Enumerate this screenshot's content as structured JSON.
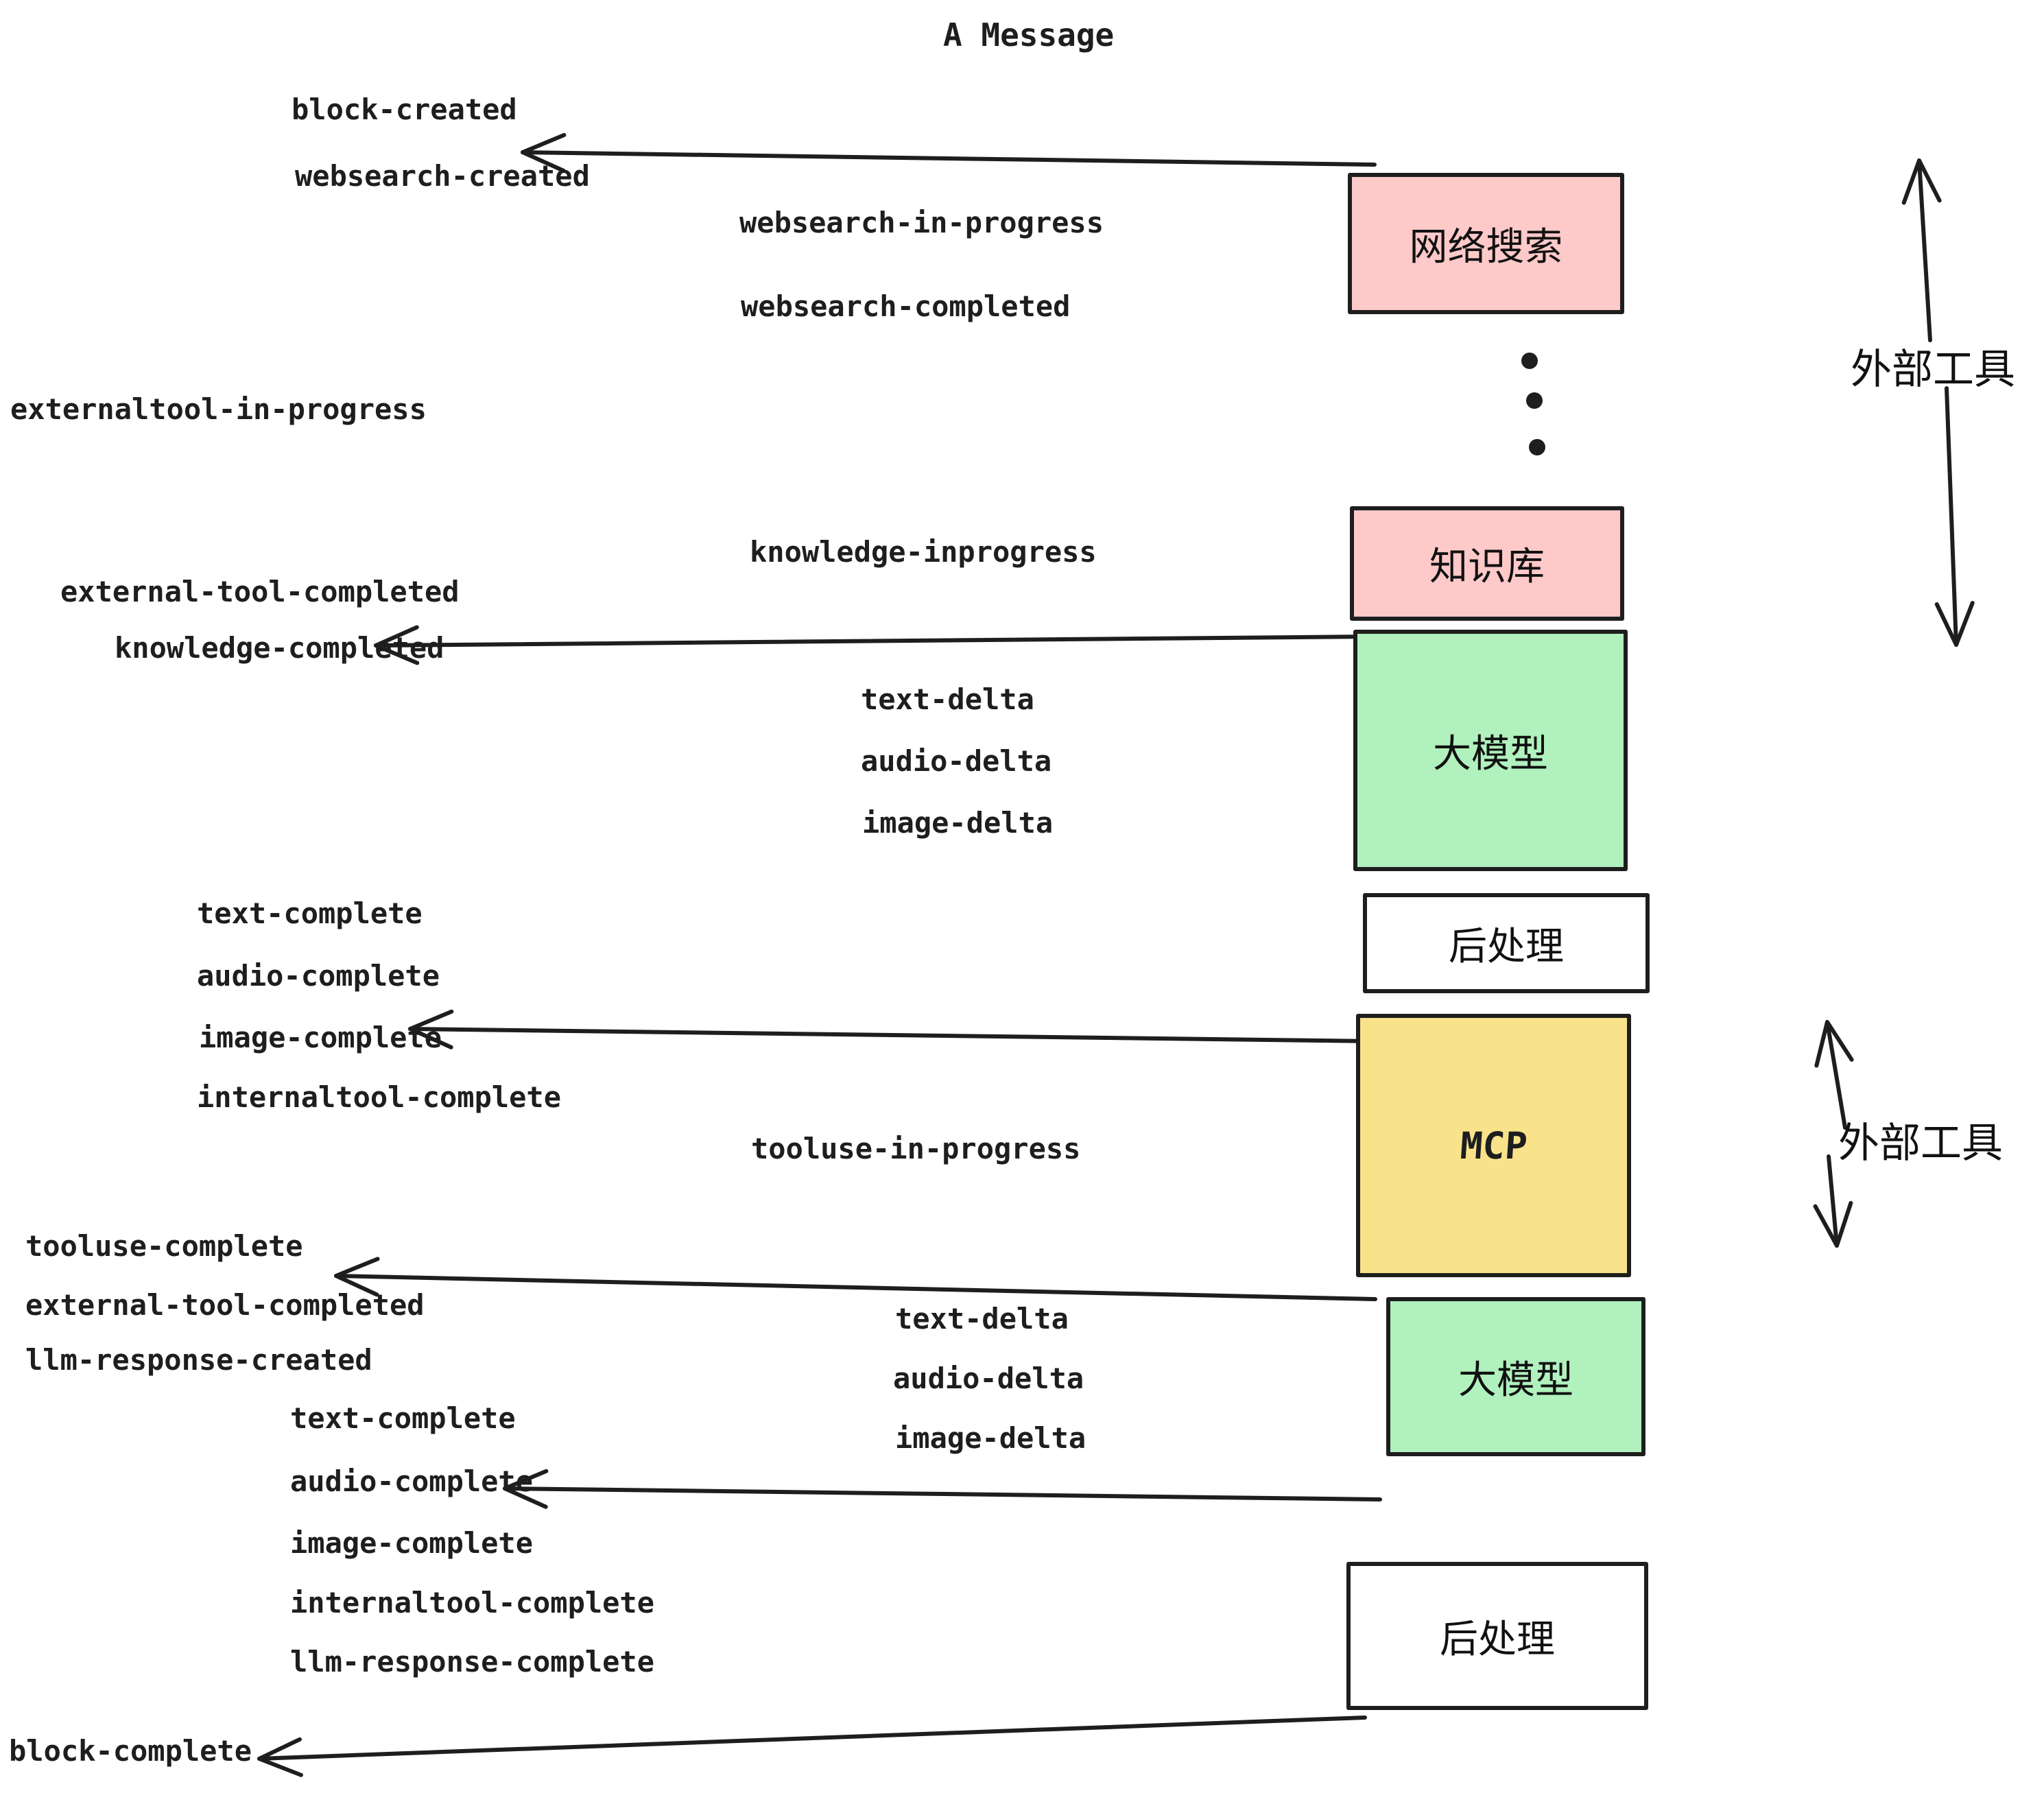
{
  "title": "A Message",
  "colors": {
    "ink": "#1e1e1e",
    "pink": "#fdc9c9",
    "green": "#b0f1bd",
    "yellow": "#f8e38b",
    "paper": "#ffffff"
  },
  "events": {
    "block_created": "block-created",
    "websearch_created": "websearch-created",
    "websearch_in_progress": "websearch-in-progress",
    "websearch_completed": "websearch-completed",
    "externaltool_in_progress": "externaltool-in-progress",
    "knowledge_inprogress": "knowledge-inprogress",
    "external_tool_completed": "external-tool-completed",
    "knowledge_completed": "knowledge-completed",
    "text_delta": "text-delta",
    "audio_delta": "audio-delta",
    "image_delta": "image-delta",
    "text_complete": "text-complete",
    "audio_complete": "audio-complete",
    "image_complete": "image-complete",
    "internaltool_complete": "internaltool-complete",
    "tooluse_in_progress": "tooluse-in-progress",
    "tooluse_complete": "tooluse-complete",
    "llm_response_created": "llm-response-created",
    "llm_response_complete": "llm-response-complete",
    "block_complete": "block-complete"
  },
  "boxes": {
    "websearch": "网络搜索",
    "knowledge": "知识库",
    "llm": "大模型",
    "post": "后处理",
    "mcp": "MCP"
  },
  "side_label": "外部工具"
}
